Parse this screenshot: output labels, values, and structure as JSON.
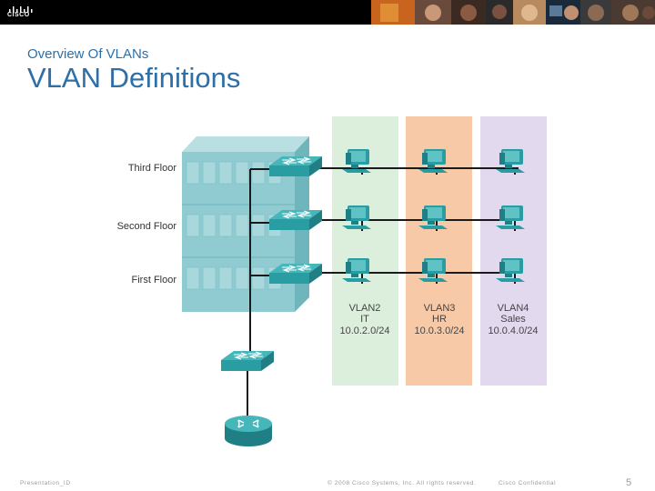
{
  "header": {
    "logo_icon": "cisco-logo",
    "logo_text": "CISCO",
    "photo_strip": "people-photo-strip"
  },
  "slide": {
    "kicker": "Overview Of VLANs",
    "title": "VLAN Definitions"
  },
  "diagram": {
    "floors": [
      "Third Floor",
      "Second Floor",
      "First Floor"
    ],
    "vlans": [
      {
        "name": "VLAN2",
        "dept": "IT",
        "subnet": "10.0.2.0/24",
        "color": "#dcefdc"
      },
      {
        "name": "VLAN3",
        "dept": "HR",
        "subnet": "10.0.3.0/24",
        "color": "#f8c9a6"
      },
      {
        "name": "VLAN4",
        "dept": "Sales",
        "subnet": "10.0.4.0/24",
        "color": "#e2d9ee"
      }
    ],
    "device_color": "#2a9da3",
    "icons": {
      "switch": "switch-icon",
      "router": "router-icon",
      "pc": "pc-icon",
      "building": "building-icon"
    }
  },
  "footer": {
    "left": "Presentation_ID",
    "center": "© 2008 Cisco Systems, Inc. All rights reserved.",
    "right": "Cisco Confidential",
    "page": "5"
  }
}
